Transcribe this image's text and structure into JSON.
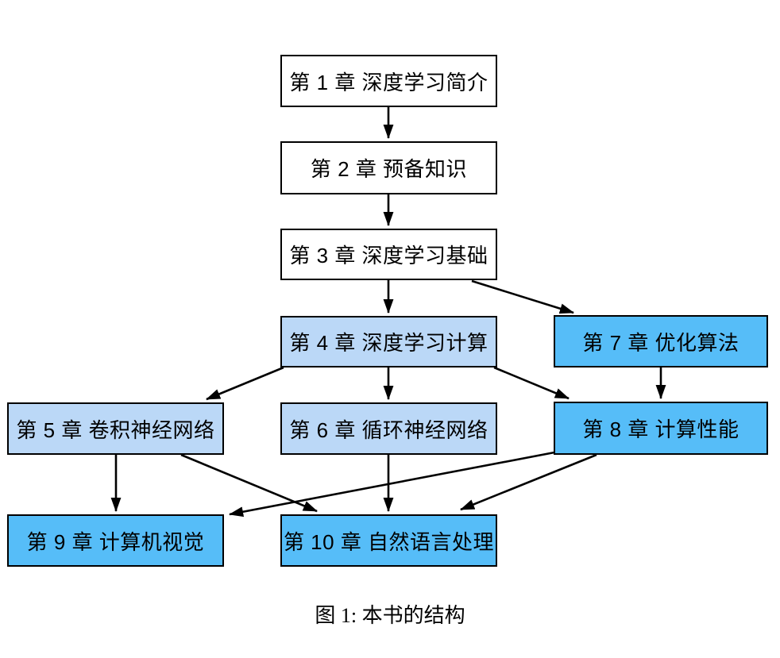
{
  "figure": {
    "caption": "图 1: 本书的结构"
  },
  "colors": {
    "background": "#ffffff",
    "text": "#000000",
    "border": "#000000",
    "arrow": "#000000",
    "box_white": "#ffffff",
    "box_light_blue": "#bbd8f7",
    "box_blue": "#56bdf8"
  },
  "diagram": {
    "nodes": {
      "ch1": {
        "label": "第 1 章 深度学习简介",
        "tone": "white"
      },
      "ch2": {
        "label": "第 2 章 预备知识",
        "tone": "white"
      },
      "ch3": {
        "label": "第 3 章 深度学习基础",
        "tone": "white"
      },
      "ch4": {
        "label": "第 4 章 深度学习计算",
        "tone": "light-blue"
      },
      "ch5": {
        "label": "第 5 章 卷积神经网络",
        "tone": "light-blue"
      },
      "ch6": {
        "label": "第 6 章 循环神经网络",
        "tone": "light-blue"
      },
      "ch7": {
        "label": "第 7 章 优化算法",
        "tone": "blue"
      },
      "ch8": {
        "label": "第 8 章 计算性能",
        "tone": "blue"
      },
      "ch9": {
        "label": "第 9 章 计算机视觉",
        "tone": "blue"
      },
      "ch10": {
        "label": "第 10 章 自然语言处理",
        "tone": "blue"
      }
    },
    "edges": [
      {
        "from": "ch1",
        "to": "ch2"
      },
      {
        "from": "ch2",
        "to": "ch3"
      },
      {
        "from": "ch3",
        "to": "ch4"
      },
      {
        "from": "ch3",
        "to": "ch7"
      },
      {
        "from": "ch4",
        "to": "ch5"
      },
      {
        "from": "ch4",
        "to": "ch6"
      },
      {
        "from": "ch4",
        "to": "ch8"
      },
      {
        "from": "ch7",
        "to": "ch8"
      },
      {
        "from": "ch5",
        "to": "ch9"
      },
      {
        "from": "ch5",
        "to": "ch10"
      },
      {
        "from": "ch6",
        "to": "ch10"
      },
      {
        "from": "ch8",
        "to": "ch9"
      },
      {
        "from": "ch8",
        "to": "ch10"
      }
    ]
  }
}
